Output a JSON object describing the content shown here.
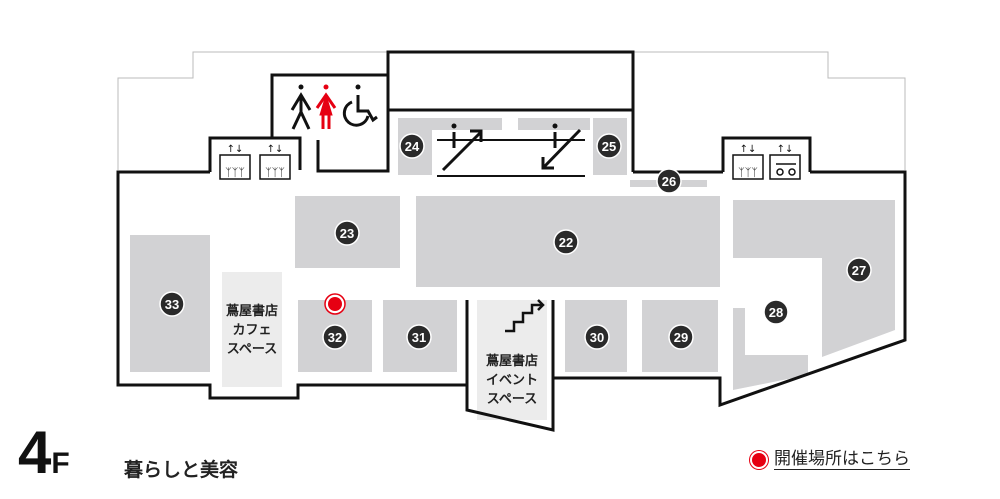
{
  "floor": {
    "number": "4",
    "suffix": "F",
    "name": "暮らしと美容"
  },
  "areas": {
    "cafe": [
      "蔦屋書店",
      "カフェ",
      "スペース"
    ],
    "event": [
      "蔦屋書店",
      "イベント",
      "スペース"
    ]
  },
  "shops": [
    "22",
    "23",
    "24",
    "25",
    "26",
    "27",
    "28",
    "29",
    "30",
    "31",
    "32",
    "33"
  ],
  "legend": {
    "label": "開催場所はこちら",
    "marker_color": "#e60012"
  },
  "event_location_shop": "32",
  "icons": [
    "men-toilet-icon",
    "women-toilet-icon",
    "accessible-toilet-icon",
    "elevator-icon",
    "escalator-up-icon",
    "escalator-down-icon",
    "stairs-icon"
  ],
  "colors": {
    "shop": "#d2d2d4",
    "light_area": "#ececec",
    "wall": "#111111",
    "accent": "#e60012"
  }
}
